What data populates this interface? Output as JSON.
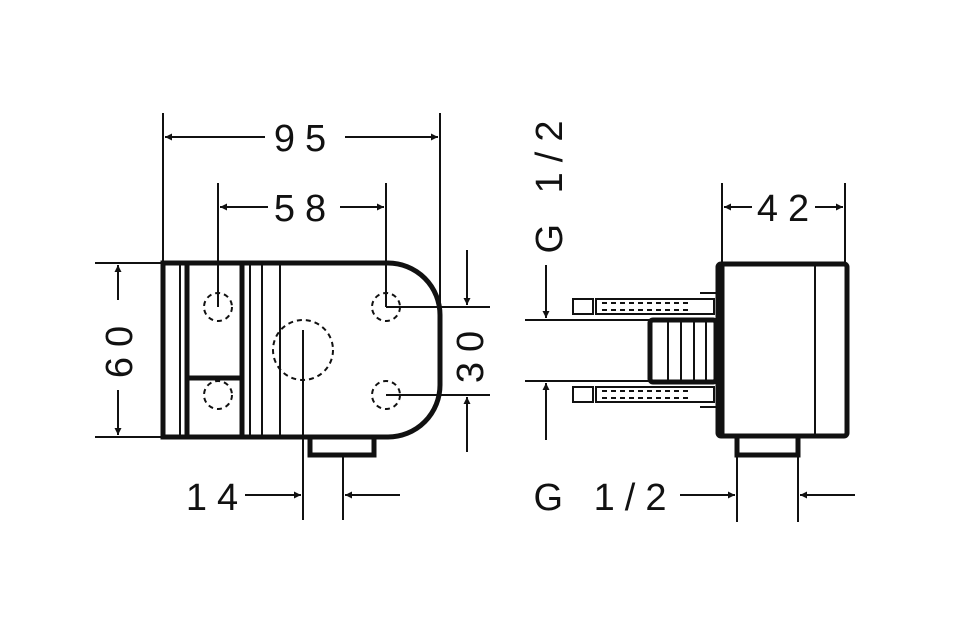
{
  "dimensions": {
    "width_total": "95",
    "hole_spacing_horizontal": "58",
    "height": "60",
    "hole_spacing_vertical": "30",
    "outlet_offset": "14",
    "depth": "42",
    "thread_side": "G 1/2",
    "thread_bottom": "G 1/2"
  }
}
